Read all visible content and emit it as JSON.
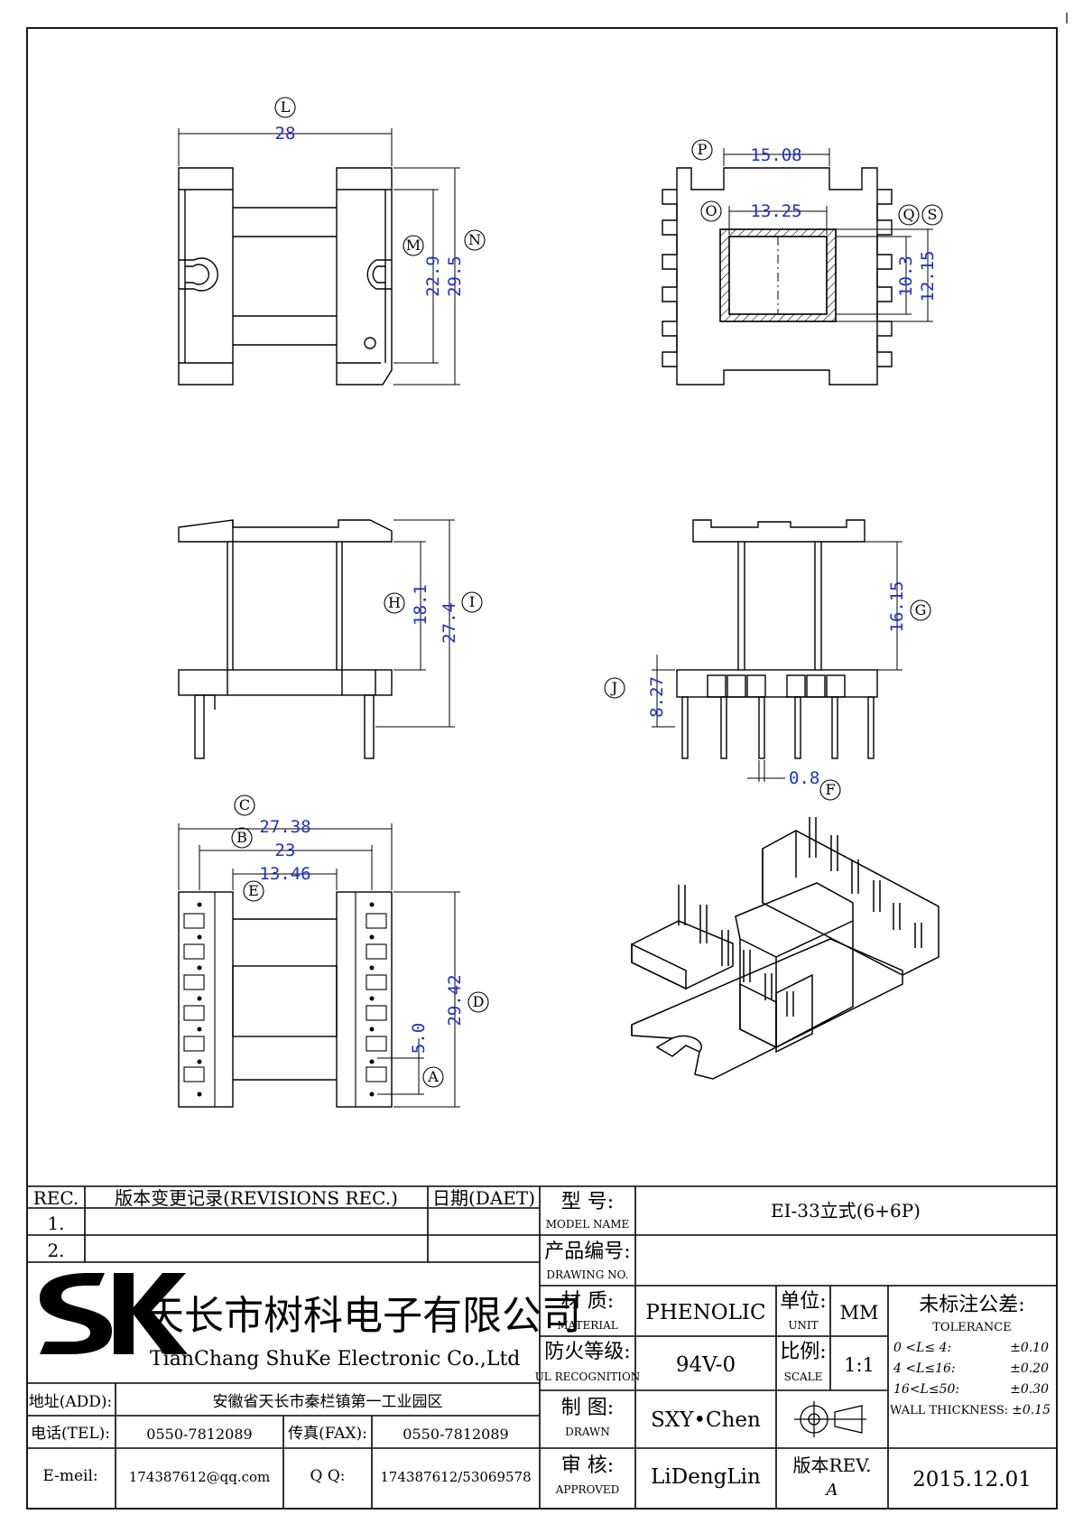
{
  "callouts": {
    "L": "L",
    "M": "M",
    "N": "N",
    "P": "P",
    "O": "O",
    "Q": "Q",
    "S": "S",
    "H": "H",
    "I": "I",
    "G": "G",
    "J": "J",
    "F": "F",
    "C": "C",
    "B": "B",
    "E": "E",
    "D": "D",
    "A": "A"
  },
  "dims": {
    "L": "28",
    "M": "22.9",
    "N": "29.5",
    "P": "15.08",
    "O": "13.25",
    "Q": "10.3",
    "S": "12.15",
    "H": "18.1",
    "I": "27.4",
    "G": "16.15",
    "J": "8.27",
    "F": "0.8",
    "C": "27.38",
    "B": "23",
    "E": "13.46",
    "D": "29.42",
    "A": "5.0"
  },
  "revisions": {
    "col_rec": "REC.",
    "col_desc": "版本变更记录(REVISIONS REC.)",
    "col_date": "日期(DAET)",
    "rows": [
      {
        "no": "1.",
        "desc": "",
        "date": ""
      },
      {
        "no": "2.",
        "desc": "",
        "date": ""
      }
    ]
  },
  "company": {
    "logo": "SK",
    "name_cn": "天长市树科电子有限公司",
    "name_en": "TianChang ShuKe Electronic Co.,Ltd",
    "address_label": "地址(ADD):",
    "address": "安徽省天长市秦栏镇第一工业园区",
    "tel_label": "电话(TEL):",
    "tel": "0550-7812089",
    "fax_label": "传真(FAX):",
    "fax": "0550-7812089",
    "email_label": "E-meil:",
    "email": "174387612@qq.com",
    "qq_label": "Q Q:",
    "qq": "174387612/53069578"
  },
  "title_block": {
    "model_cn": "型  号:",
    "model_en": "MODEL NAME",
    "model": "EI-33立式(6+6P)",
    "drawing_cn": "产品编号:",
    "drawing_en": "DRAWING NO.",
    "drawing_no": "",
    "material_cn": "材  质:",
    "material_en": "MATERIAL",
    "material": "PHENOLIC",
    "ul_cn": "防火等级:",
    "ul_en": "UL RECOGNITION",
    "ul": "94V-0",
    "drawn_cn": "制  图:",
    "drawn_en": "DRAWN",
    "drawn": "SXY•Chen",
    "approved_cn": "审  核:",
    "approved_en": "APPROVED",
    "approved": "LiDengLin",
    "unit_cn": "单位:",
    "unit_en": "UNIT",
    "unit": "MM",
    "scale_cn": "比例:",
    "scale_en": "SCALE",
    "scale": "1:1",
    "rev_label": "版本REV.",
    "rev": "A",
    "date": "2015.12.01",
    "tol_cn": "未标注公差:",
    "tol_en": "TOLERANCE",
    "tol_rows": [
      {
        "range": "0 <L≤ 4:",
        "value": "±0.10"
      },
      {
        "range": "4 <L≤16:",
        "value": "±0.20"
      },
      {
        "range": "16<L≤50:",
        "value": "±0.30"
      }
    ],
    "wall_label": "WALL THICKNESS:",
    "wall_value": "±0.15"
  }
}
